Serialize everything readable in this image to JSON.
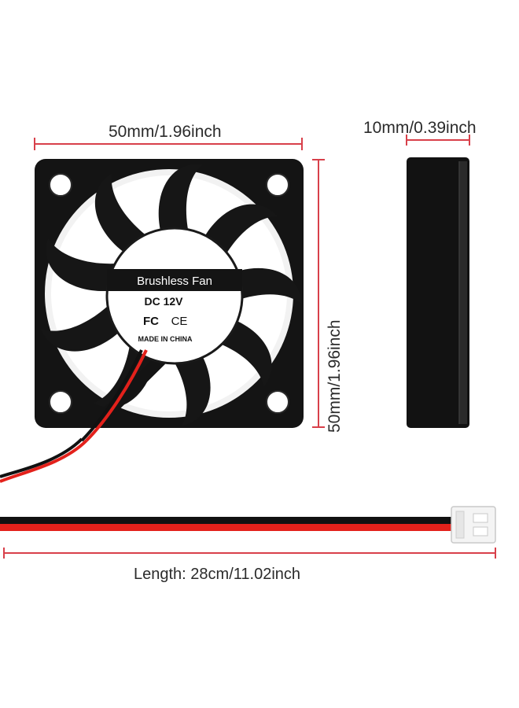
{
  "labels": {
    "width": "50mm/1.96inch",
    "depth": "10mm/0.39inch",
    "height": "50mm/1.96inch",
    "length": "Length: 28cm/11.02inch"
  },
  "hub": {
    "title": "Brushless Fan",
    "voltage": "DC 12V",
    "mark_fc": "FC",
    "mark_ce": "CE",
    "origin": "MADE IN CHINA"
  },
  "colors": {
    "dimension_line": "#d8404a",
    "fan_body": "#141414",
    "wire_red": "#e3211b",
    "wire_black": "#111111"
  }
}
